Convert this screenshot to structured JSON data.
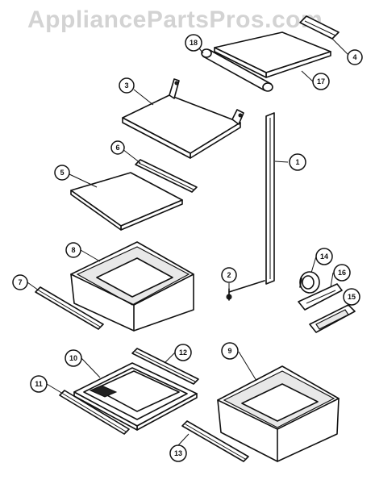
{
  "watermark": "AppliancePartsPros.com",
  "callouts": {
    "c1": "1",
    "c2": "2",
    "c3": "3",
    "c4": "4",
    "c5": "5",
    "c6": "6",
    "c7": "7",
    "c8": "8",
    "c9": "9",
    "c10": "10",
    "c11": "11",
    "c12": "12",
    "c13": "13",
    "c14": "14",
    "c15": "15",
    "c16": "16",
    "c17": "17",
    "c18": "18"
  }
}
